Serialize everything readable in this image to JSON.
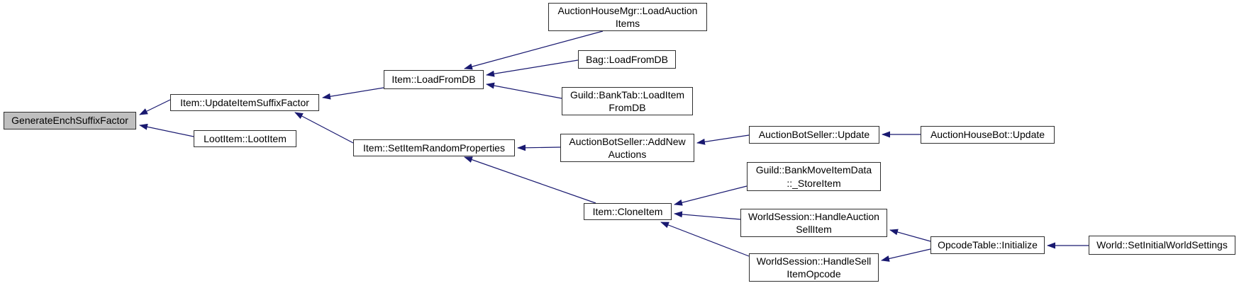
{
  "diagram": {
    "type": "call-graph",
    "direction": "callers-right-to-callee-left",
    "background_color": "#ffffff",
    "edge_color": "#191970",
    "node_border_color": "#2f2f2f",
    "node_fill_color": "#ffffff",
    "highlight_fill_color": "#bfbfbf",
    "text_color": "#000000",
    "nodes": [
      {
        "id": "generate-ench-suffix-factor",
        "label": "GenerateEnchSuffixFactor",
        "highlighted": true
      },
      {
        "id": "item-update-item-suffix-factor",
        "label": "Item::UpdateItemSuffixFactor",
        "highlighted": false
      },
      {
        "id": "loot-item-loot-item",
        "label": "LootItem::LootItem",
        "highlighted": false
      },
      {
        "id": "item-load-from-db",
        "label": "Item::LoadFromDB",
        "highlighted": false
      },
      {
        "id": "auction-house-mgr-load-auction-items",
        "label": "AuctionHouseMgr::LoadAuction\nItems",
        "highlighted": false
      },
      {
        "id": "bag-load-from-db",
        "label": "Bag::LoadFromDB",
        "highlighted": false
      },
      {
        "id": "guild-bank-tab-load-item-from-db",
        "label": "Guild::BankTab::LoadItem\nFromDB",
        "highlighted": false
      },
      {
        "id": "item-set-item-random-properties",
        "label": "Item::SetItemRandomProperties",
        "highlighted": false
      },
      {
        "id": "auction-bot-seller-add-new-auctions",
        "label": "AuctionBotSeller::AddNew\nAuctions",
        "highlighted": false
      },
      {
        "id": "auction-bot-seller-update",
        "label": "AuctionBotSeller::Update",
        "highlighted": false
      },
      {
        "id": "auction-house-bot-update",
        "label": "AuctionHouseBot::Update",
        "highlighted": false
      },
      {
        "id": "guild-bank-move-item-data-store-item",
        "label": "Guild::BankMoveItemData\n::_StoreItem",
        "highlighted": false
      },
      {
        "id": "item-clone-item",
        "label": "Item::CloneItem",
        "highlighted": false
      },
      {
        "id": "world-session-handle-auction-sell-item",
        "label": "WorldSession::HandleAuction\nSellItem",
        "highlighted": false
      },
      {
        "id": "world-session-handle-sell-item-opcode",
        "label": "WorldSession::HandleSell\nItemOpcode",
        "highlighted": false
      },
      {
        "id": "opcode-table-initialize",
        "label": "OpcodeTable::Initialize",
        "highlighted": false
      },
      {
        "id": "world-set-initial-world-settings",
        "label": "World::SetInitialWorldSettings",
        "highlighted": false
      }
    ],
    "edges": [
      {
        "from": "item-update-item-suffix-factor",
        "to": "generate-ench-suffix-factor"
      },
      {
        "from": "loot-item-loot-item",
        "to": "generate-ench-suffix-factor"
      },
      {
        "from": "item-load-from-db",
        "to": "item-update-item-suffix-factor"
      },
      {
        "from": "item-set-item-random-properties",
        "to": "item-update-item-suffix-factor"
      },
      {
        "from": "auction-house-mgr-load-auction-items",
        "to": "item-load-from-db"
      },
      {
        "from": "bag-load-from-db",
        "to": "item-load-from-db"
      },
      {
        "from": "guild-bank-tab-load-item-from-db",
        "to": "item-load-from-db"
      },
      {
        "from": "auction-bot-seller-add-new-auctions",
        "to": "item-set-item-random-properties"
      },
      {
        "from": "item-clone-item",
        "to": "item-set-item-random-properties"
      },
      {
        "from": "auction-bot-seller-update",
        "to": "auction-bot-seller-add-new-auctions"
      },
      {
        "from": "auction-house-bot-update",
        "to": "auction-bot-seller-update"
      },
      {
        "from": "guild-bank-move-item-data-store-item",
        "to": "item-clone-item"
      },
      {
        "from": "world-session-handle-auction-sell-item",
        "to": "item-clone-item"
      },
      {
        "from": "world-session-handle-sell-item-opcode",
        "to": "item-clone-item"
      },
      {
        "from": "opcode-table-initialize",
        "to": "world-session-handle-auction-sell-item"
      },
      {
        "from": "opcode-table-initialize",
        "to": "world-session-handle-sell-item-opcode"
      },
      {
        "from": "world-set-initial-world-settings",
        "to": "opcode-table-initialize"
      }
    ]
  }
}
